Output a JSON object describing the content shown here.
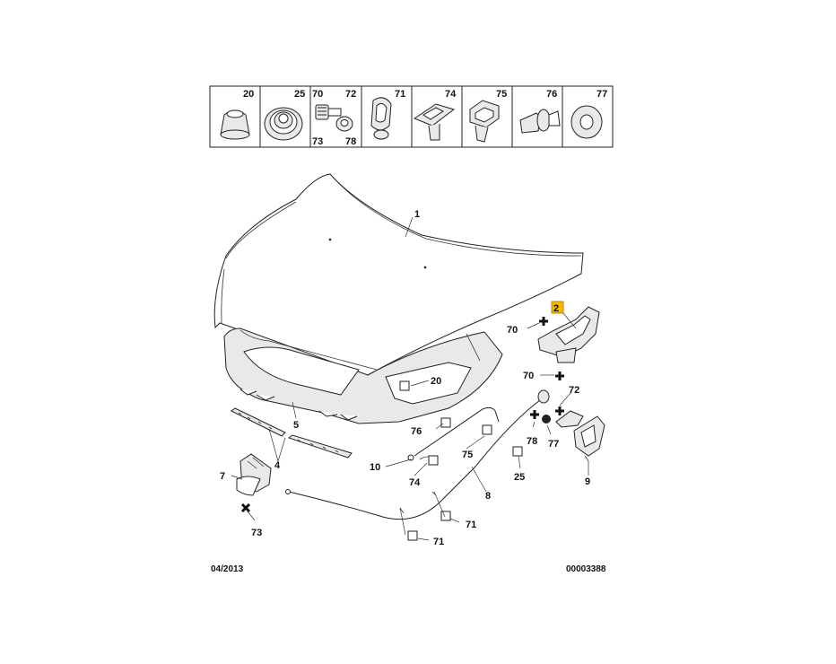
{
  "fastener_strip": {
    "cells": [
      {
        "labels": [
          "20"
        ],
        "icon": "rubber-bump-stop-icon"
      },
      {
        "labels": [
          "25"
        ],
        "icon": "bellows-grommet-icon"
      },
      {
        "labels": [
          "70",
          "72",
          "73",
          "78"
        ],
        "icon": "screw-and-washer-icon"
      },
      {
        "labels": [
          "71"
        ],
        "icon": "cable-clip-icon"
      },
      {
        "labels": [
          "74"
        ],
        "icon": "rod-clip-icon"
      },
      {
        "labels": [
          "75"
        ],
        "icon": "bracket-clip-icon"
      },
      {
        "labels": [
          "76"
        ],
        "icon": "push-rivet-icon"
      },
      {
        "labels": [
          "77"
        ],
        "icon": "flat-washer-icon"
      }
    ]
  },
  "callouts": {
    "bonnet": "1",
    "hinge": "2",
    "hinge_highlight_color": "#f5b400",
    "hinge_screw_upper": "70",
    "hinge_screw_lower": "70",
    "bump_stop": "20",
    "insulation": "5",
    "seals": "4",
    "lock": "7",
    "lock_screw": "73",
    "stay_rod": "10",
    "rod_clip": "74",
    "rod_holder_top": "76",
    "rod_holder_bracket": "75",
    "release_cable": "8",
    "cable_clip_upper": "71",
    "cable_clip_lower": "71",
    "grommet": "25",
    "handle_screw": "72",
    "handle_nut_a": "78",
    "handle_nut_b": "77",
    "release_handle": "9"
  },
  "footer": {
    "date": "04/2013",
    "reference": "00003388"
  }
}
